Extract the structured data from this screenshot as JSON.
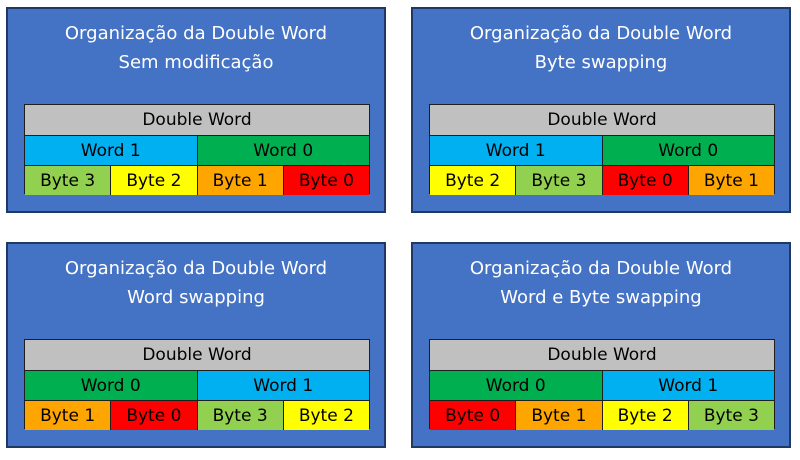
{
  "colors": {
    "panel_bg": "#4472c4",
    "double_word": "#c0c0c0",
    "word_0": "#00b050",
    "word_1": "#00b0f0",
    "byte_0": "#ff0000",
    "byte_1": "#ffa500",
    "byte_2": "#ffff00",
    "byte_3": "#92d050"
  },
  "panels": [
    {
      "title_line1": "Organização da Double Word",
      "title_line2": "Sem modificação",
      "double_word": "Double Word",
      "words": [
        {
          "label": "Word 1",
          "color_key": "word_1"
        },
        {
          "label": "Word 0",
          "color_key": "word_0"
        }
      ],
      "bytes": [
        {
          "label": "Byte 3",
          "color_key": "byte_3"
        },
        {
          "label": "Byte 2",
          "color_key": "byte_2"
        },
        {
          "label": "Byte 1",
          "color_key": "byte_1"
        },
        {
          "label": "Byte 0",
          "color_key": "byte_0"
        }
      ]
    },
    {
      "title_line1": "Organização da Double Word",
      "title_line2": "Byte swapping",
      "double_word": "Double Word",
      "words": [
        {
          "label": "Word 1",
          "color_key": "word_1"
        },
        {
          "label": "Word 0",
          "color_key": "word_0"
        }
      ],
      "bytes": [
        {
          "label": "Byte 2",
          "color_key": "byte_2"
        },
        {
          "label": "Byte 3",
          "color_key": "byte_3"
        },
        {
          "label": "Byte 0",
          "color_key": "byte_0"
        },
        {
          "label": "Byte 1",
          "color_key": "byte_1"
        }
      ]
    },
    {
      "title_line1": "Organização da Double Word",
      "title_line2": "Word swapping",
      "double_word": "Double Word",
      "words": [
        {
          "label": "Word 0",
          "color_key": "word_0"
        },
        {
          "label": "Word 1",
          "color_key": "word_1"
        }
      ],
      "bytes": [
        {
          "label": "Byte 1",
          "color_key": "byte_1"
        },
        {
          "label": "Byte 0",
          "color_key": "byte_0"
        },
        {
          "label": "Byte 3",
          "color_key": "byte_3"
        },
        {
          "label": "Byte 2",
          "color_key": "byte_2"
        }
      ]
    },
    {
      "title_line1": "Organização da Double Word",
      "title_line2": "Word e Byte swapping",
      "double_word": "Double Word",
      "words": [
        {
          "label": "Word 0",
          "color_key": "word_0"
        },
        {
          "label": "Word 1",
          "color_key": "word_1"
        }
      ],
      "bytes": [
        {
          "label": "Byte 0",
          "color_key": "byte_0"
        },
        {
          "label": "Byte 1",
          "color_key": "byte_1"
        },
        {
          "label": "Byte 2",
          "color_key": "byte_2"
        },
        {
          "label": "Byte 3",
          "color_key": "byte_3"
        }
      ]
    }
  ]
}
